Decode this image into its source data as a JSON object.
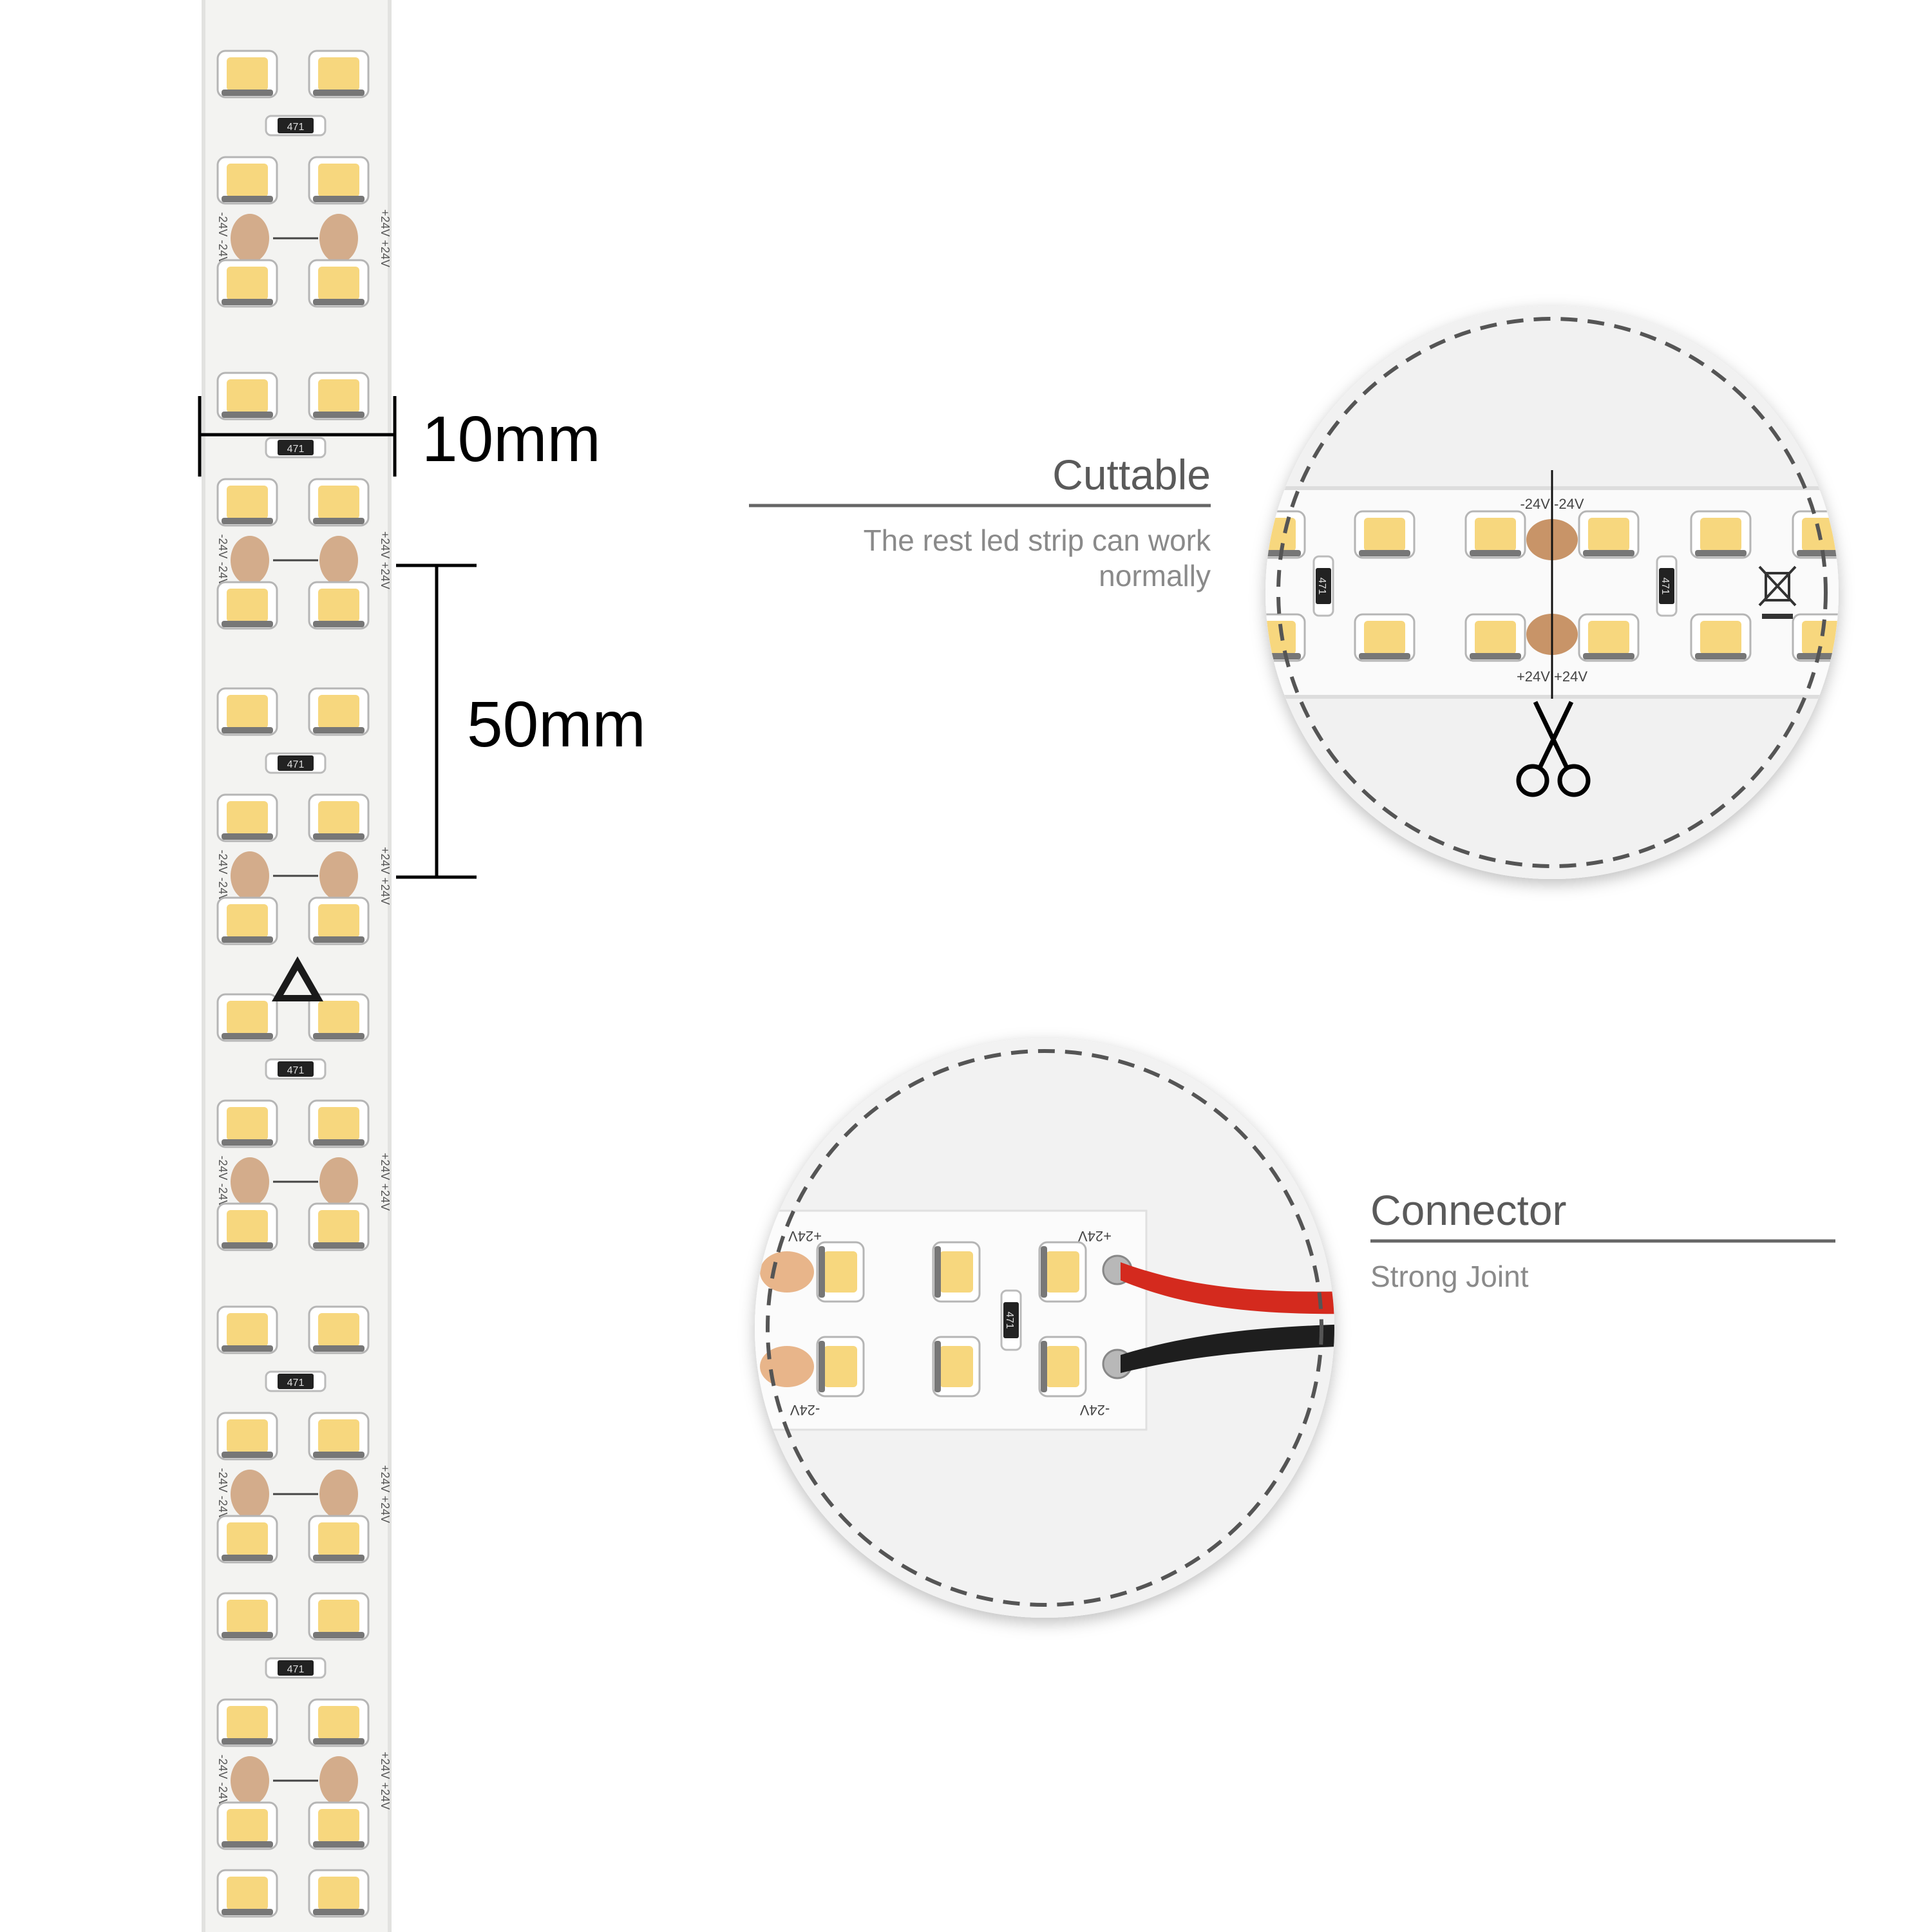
{
  "dimensions": {
    "width_label": "10mm",
    "length_label": "50mm"
  },
  "callouts": [
    {
      "title": "Cuttable",
      "description": "The rest led strip can work normally"
    },
    {
      "title": "Connector",
      "description": "Strong Joint"
    }
  ],
  "strip": {
    "pad_labels": {
      "neg": "-24V",
      "pos": "+24V"
    },
    "resistor_code": "471"
  },
  "colors": {
    "strip": "#f3f3f1",
    "led": "#f7d77e",
    "copper_pad": "#c89468",
    "dashed_circle": "#555555",
    "wire_red": "#d42a1e",
    "wire_black": "#1e1e1e"
  },
  "icons": [
    "scissors-icon",
    "esd-warning-icon",
    "weee-bin-icon"
  ]
}
